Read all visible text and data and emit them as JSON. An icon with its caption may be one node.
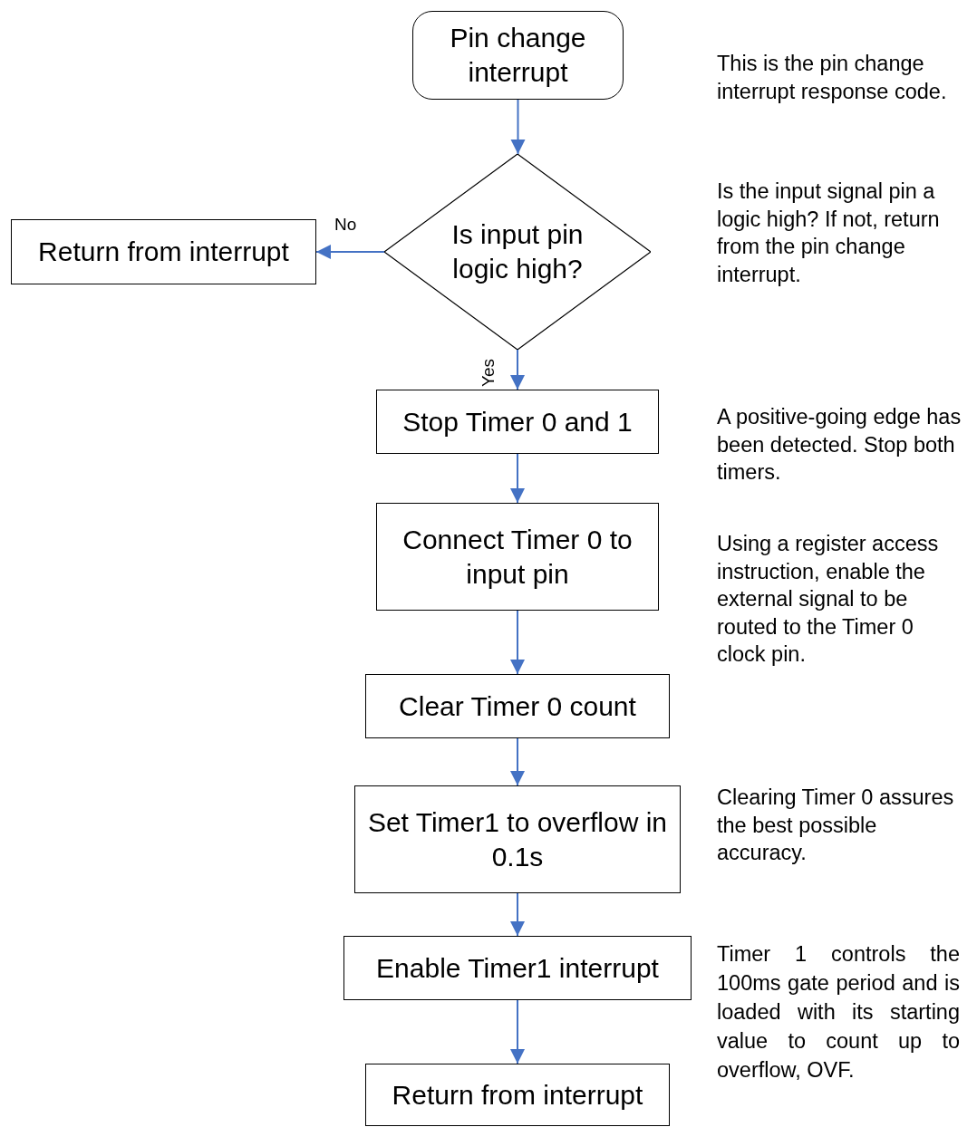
{
  "diagram": {
    "nodes": [
      {
        "text": [
          "Pin change interrupt"
        ]
      },
      {
        "text": [
          "Is input pin logic high?"
        ]
      },
      {
        "text": [
          "Return from interrupt"
        ]
      },
      {
        "text": [
          "Stop Timer 0 and 1"
        ]
      },
      {
        "text": [
          "Connect Timer 0 to input pin"
        ]
      },
      {
        "text": [
          "Clear Timer 0 count"
        ]
      },
      {
        "text": [
          "Set Timer1 to overflow in 0.1s"
        ]
      },
      {
        "text": [
          "Enable Timer1 interrupt"
        ]
      },
      {
        "text": [
          "Return from interrupt"
        ]
      }
    ],
    "edges": [
      {
        "from": 0,
        "to": 1,
        "arrow": "to"
      },
      {
        "from": 1,
        "to": 2,
        "arrow": "to",
        "label": "No"
      },
      {
        "from": 1,
        "to": 3,
        "arrow": "to",
        "label": "Yes"
      },
      {
        "from": 3,
        "to": 4,
        "arrow": "to"
      },
      {
        "from": 4,
        "to": 5,
        "arrow": "to"
      },
      {
        "from": 5,
        "to": 6,
        "arrow": "to"
      },
      {
        "from": 6,
        "to": 7,
        "arrow": "to"
      },
      {
        "from": 7,
        "to": 8,
        "arrow": "to"
      }
    ],
    "labels": [
      "This is the pin change interrupt response code.",
      "Is the input signal pin a logic high? If not, return from the pin change interrupt.",
      "A positive-going edge has been detected. Stop both timers.",
      "Using a register access instruction, enable the external signal to be routed to the Timer 0 clock pin.",
      "Clearing Timer 0 assures the best possible accuracy.",
      "Timer 1 controls the 100ms gate period and is loaded with its starting value to count up to overflow, OVF."
    ]
  }
}
